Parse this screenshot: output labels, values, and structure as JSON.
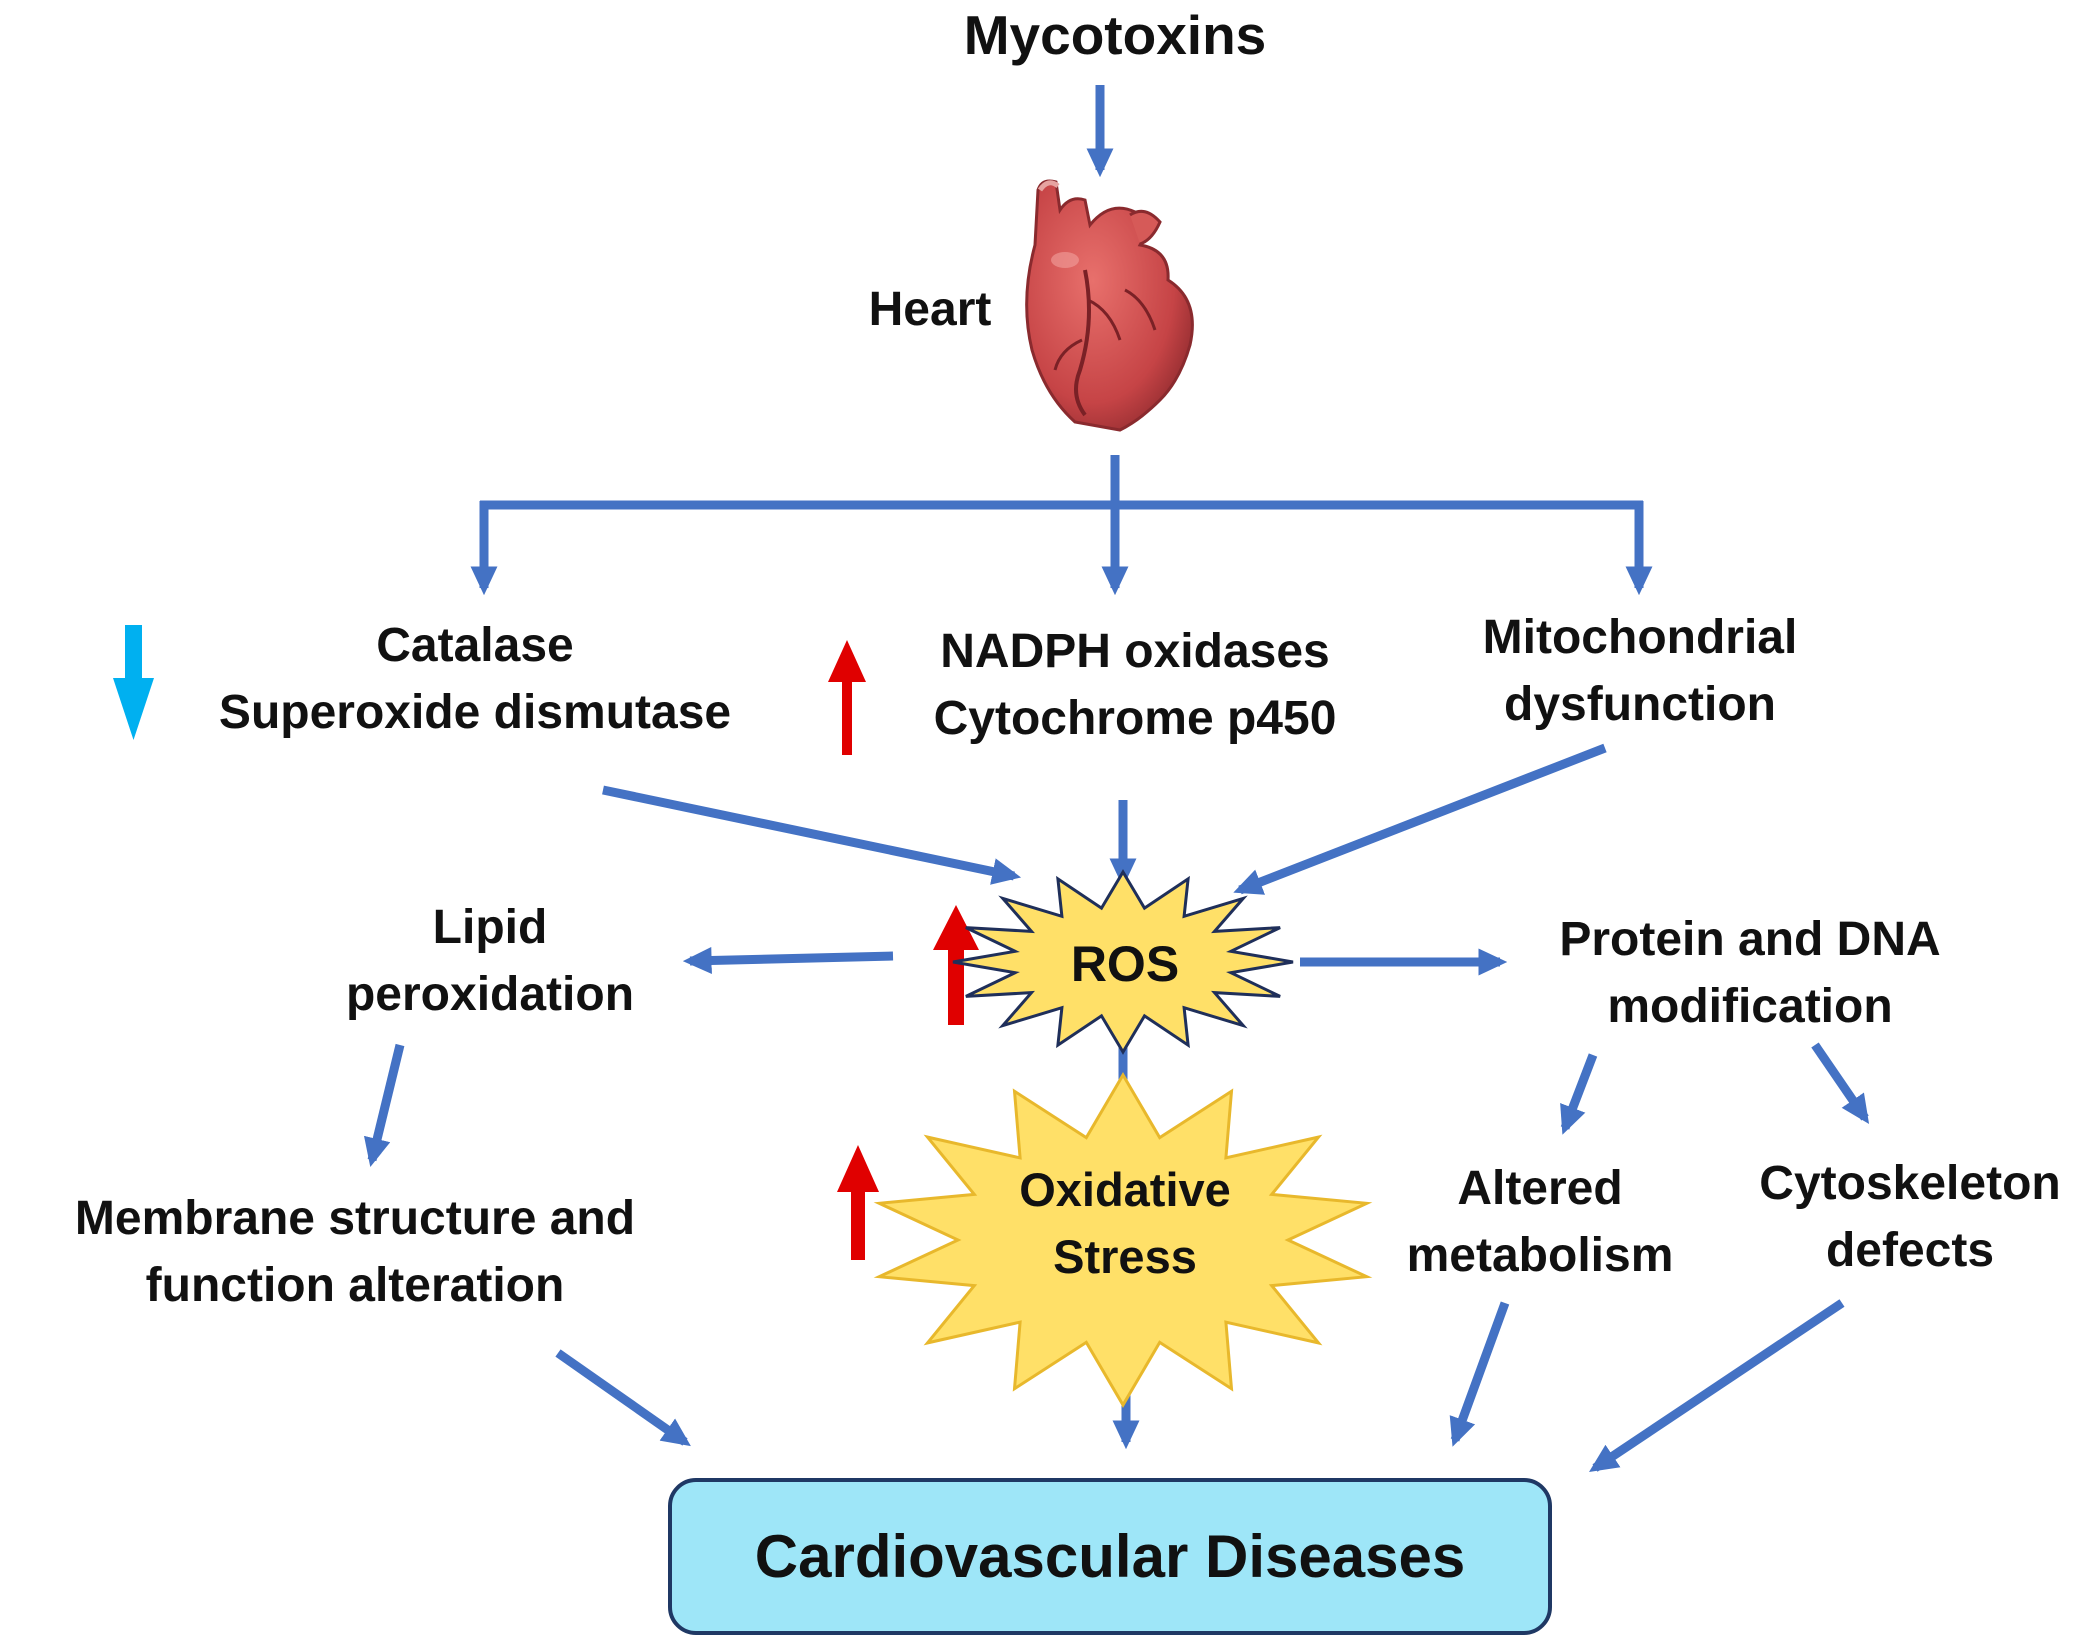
{
  "nodes": {
    "mycotoxins": "Mycotoxins",
    "heart": "Heart",
    "catalase": [
      "Catalase",
      "Superoxide dismutase"
    ],
    "nadph": [
      "NADPH oxidases",
      "Cytochrome p450"
    ],
    "mito": [
      "Mitochondrial",
      "dysfunction"
    ],
    "ros": "ROS",
    "lipid": [
      "Lipid",
      "peroxidation"
    ],
    "protein": [
      "Protein and DNA",
      "modification"
    ],
    "oxidative": [
      "Oxidative",
      "Stress"
    ],
    "membrane": [
      "Membrane structure and",
      "function alteration"
    ],
    "altered": [
      "Altered",
      "metabolism"
    ],
    "cytoskeleton": [
      "Cytoskeleton",
      "defects"
    ],
    "cvd": "Cardiovascular Diseases"
  },
  "colors": {
    "flow_arrow": "#4472C4",
    "increase_arrow": "#E00000",
    "decrease_arrow": "#00B0F0",
    "burst_fill": "#FFE068",
    "burst_stroke": "#1F2F5A",
    "box_fill": "#9EE6F8",
    "box_stroke": "#1F3864",
    "heart": "#C9494A"
  }
}
